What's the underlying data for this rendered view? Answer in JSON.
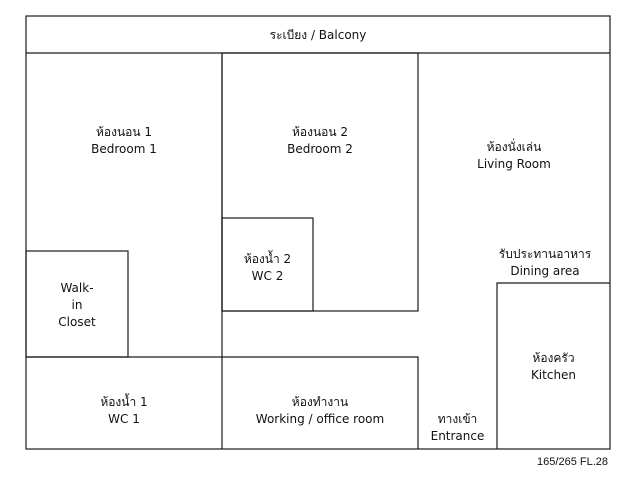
{
  "rooms": {
    "balcony": {
      "name": "ระเบียง / Balcony"
    },
    "bedroom1": {
      "thai": "ห้องนอน 1",
      "en": "Bedroom 1"
    },
    "bedroom2": {
      "thai": "ห้องนอน 2",
      "en": "Bedroom 2"
    },
    "living": {
      "thai": "ห้องนั่งเล่น",
      "en": "Living Room"
    },
    "wc2": {
      "thai": "ห้องน้ำ 2",
      "en": "WC 2"
    },
    "dining": {
      "thai": "รับประทานอาหาร",
      "en": "Dining area"
    },
    "closet": {
      "l1": "Walk-",
      "l2": "in",
      "l3": "Closet"
    },
    "kitchen": {
      "thai": "ห้องครัว",
      "en": "Kitchen"
    },
    "wc1": {
      "thai": "ห้องน้ำ 1",
      "en": "WC 1"
    },
    "office": {
      "thai": "ห้องทำงาน",
      "en": "Working / office room"
    },
    "entrance": {
      "thai": "ทางเข้า",
      "en": "Entrance"
    }
  },
  "footer": {
    "unit_code": "165/265 FL.28"
  },
  "colors": {
    "wall": "#1a1a1a",
    "background": "#ffffff"
  }
}
